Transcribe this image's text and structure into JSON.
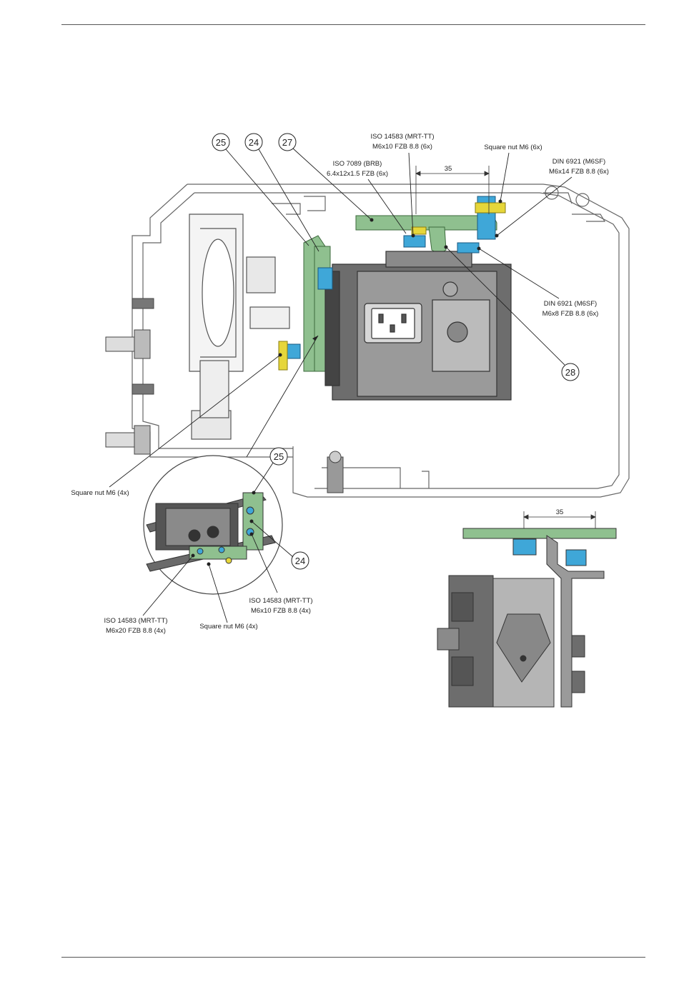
{
  "callouts": {
    "c25": "25",
    "c24": "24",
    "c27": "27",
    "c28": "28",
    "c25_detail": "25",
    "c24_detail": "24"
  },
  "labels": {
    "iso14583_top_1": "ISO 14583 (MRT-TT)",
    "iso14583_top_2": "M6x10 FZB 8.8 (6x)",
    "iso7089_1": "ISO 7089 (BRB)",
    "iso7089_2": "6.4x12x1.5 FZB (6x)",
    "square_nut_top": "Square nut M6 (6x)",
    "din6921_top_1": "DIN 6921 (M6SF)",
    "din6921_top_2": "M6x14 FZB 8.8 (6x)",
    "din6921_mid_1": "DIN 6921 (M6SF)",
    "din6921_mid_2": "M6x8 FZB 8.8 (6x)",
    "square_nut_left": "Square nut M6 (4x)",
    "iso14583_detail_1": "ISO 14583 (MRT-TT)",
    "iso14583_detail_2": "M6x10 FZB 8.8 (4x)",
    "iso14583_bottom_1": "ISO 14583 (MRT-TT)",
    "iso14583_bottom_2": "M6x20 FZB 8.8 (4x)",
    "square_nut_bottom": "Square nut M6 (4x)"
  },
  "dimensions": {
    "main": "35",
    "inset": "35"
  },
  "colors": {
    "green": "#8fc08f",
    "blue": "#3fa7d8",
    "yellow": "#e6d63a",
    "gray_dark": "#5a5a5a",
    "gray_mid": "#8a8a8a",
    "line": "#444444"
  }
}
